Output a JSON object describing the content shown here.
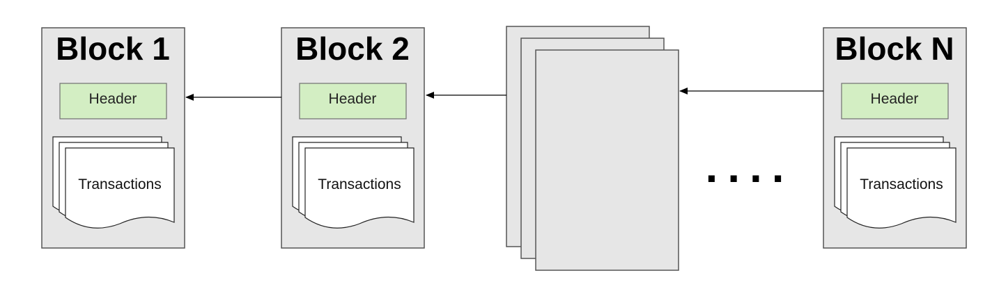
{
  "blocks": [
    {
      "title": "Block 1",
      "header_label": "Header",
      "transactions_label": "Transactions"
    },
    {
      "title": "Block 2",
      "header_label": "Header",
      "transactions_label": "Transactions"
    },
    {
      "title": "Block N",
      "header_label": "Header",
      "transactions_label": "Transactions"
    }
  ],
  "ellipsis": "....",
  "colors": {
    "block_fill": "#e6e6e6",
    "block_stroke": "#555555",
    "header_fill": "#d3eec3",
    "header_stroke": "#707070",
    "doc_fill": "#ffffff",
    "arrow": "#000000"
  }
}
